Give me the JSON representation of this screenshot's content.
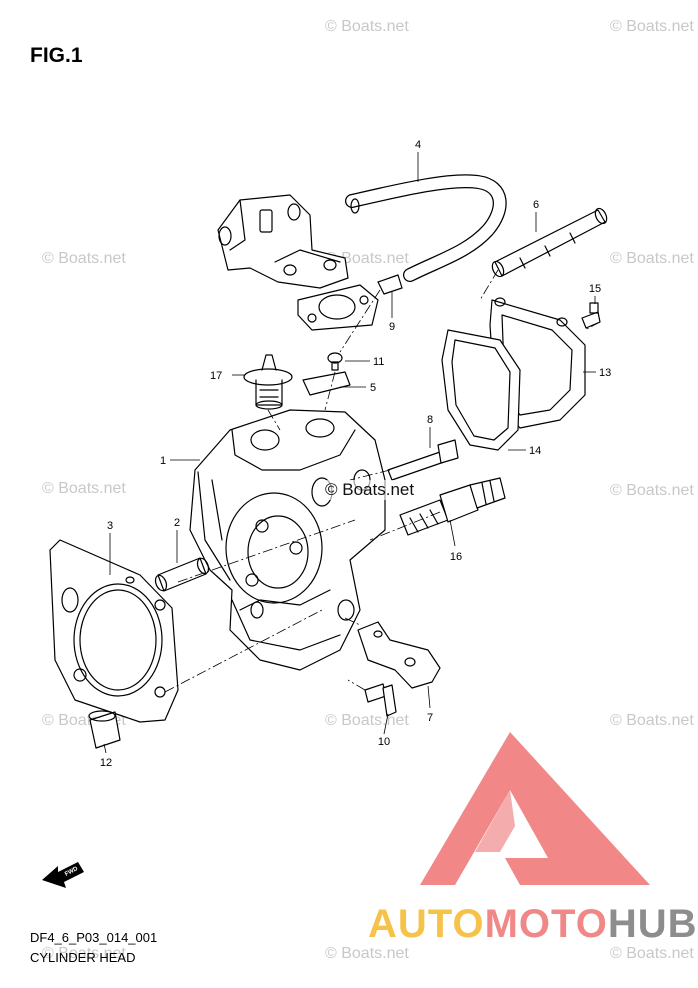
{
  "figure": {
    "title": "FIG.1",
    "code": "DF4_6_P03_014_001",
    "name": "CYLINDER HEAD",
    "fwd_label": "FWD"
  },
  "watermark": {
    "text": "© Boats.net"
  },
  "brand": {
    "part1": "AUTO",
    "part2": "MOTO",
    "part3": "HUB"
  },
  "callouts": [
    "1",
    "2",
    "3",
    "4",
    "5",
    "6",
    "7",
    "8",
    "9",
    "10",
    "11",
    "12",
    "13",
    "14",
    "15",
    "16",
    "17"
  ],
  "colors": {
    "logo_red": "#f07a7a",
    "logo_yellow": "#f6c34a",
    "logo_grey": "#8d8d8d"
  }
}
